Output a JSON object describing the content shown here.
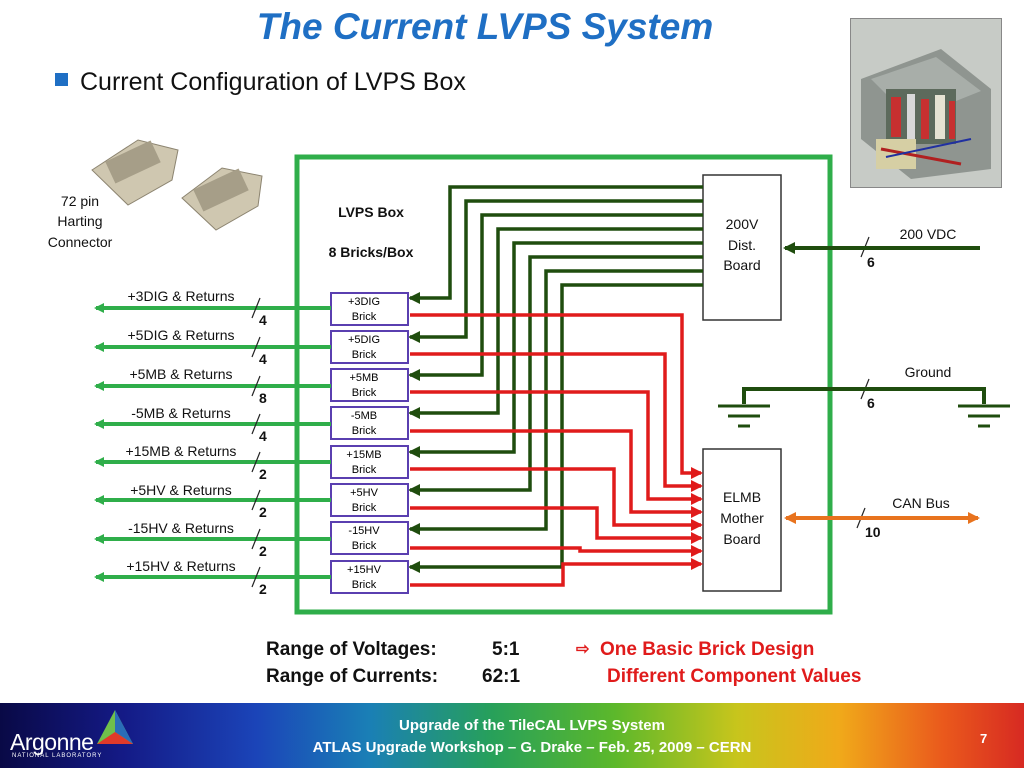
{
  "title": "The Current LVPS System",
  "bullet": "Current Configuration of LVPS Box",
  "connector_label": [
    "72 pin",
    "Harting",
    "Connector"
  ],
  "box": {
    "title": "LVPS Box",
    "subtitle": "8 Bricks/Box"
  },
  "dist_board": [
    "200V",
    "Dist.",
    "Board"
  ],
  "elmb_board": [
    "ELMB",
    "Mother",
    "Board"
  ],
  "bricks": [
    {
      "name": "+3DIG",
      "brick": "Brick",
      "output": "+3DIG & Returns",
      "wires": "4"
    },
    {
      "name": "+5DIG",
      "brick": "Brick",
      "output": "+5DIG & Returns",
      "wires": "4"
    },
    {
      "name": "+5MB",
      "brick": "Brick",
      "output": "+5MB & Returns",
      "wires": "8"
    },
    {
      "name": "-5MB",
      "brick": "Brick",
      "output": "-5MB & Returns",
      "wires": "4"
    },
    {
      "name": "+15MB",
      "brick": "Brick",
      "output": "+15MB & Returns",
      "wires": "2"
    },
    {
      "name": "+5HV",
      "brick": "Brick",
      "output": "+5HV & Returns",
      "wires": "2"
    },
    {
      "name": "-15HV",
      "brick": "Brick",
      "output": "-15HV & Returns",
      "wires": "2"
    },
    {
      "name": "+15HV",
      "brick": "Brick",
      "output": "+15HV & Returns",
      "wires": "2"
    }
  ],
  "inputs": {
    "vdc": {
      "label": "200 VDC",
      "wires": "6"
    },
    "ground": {
      "label": "Ground",
      "wires": "6"
    },
    "can": {
      "label": "CAN Bus",
      "wires": "10"
    }
  },
  "summary": {
    "voltages_label": "Range of Voltages:",
    "voltages_value": "5:1",
    "currents_label": "Range of Currents:",
    "currents_value": "62:1",
    "arrow": "⇨",
    "note1": "One Basic Brick Design",
    "note2": "Different Component Values"
  },
  "footer": {
    "line1": "Upgrade of the TileCAL LVPS System",
    "line2": "ATLAS Upgrade Workshop – G. Drake – Feb. 25, 2009  – CERN",
    "page": "7",
    "logo_name": "Argonne",
    "logo_sub": "NATIONAL LABORATORY"
  },
  "colors": {
    "title": "#1f6fc4",
    "green": "#2fae4a",
    "dark_green": "#1f4d0e",
    "red": "#e01b1b",
    "orange": "#e8731e",
    "brick_border": "#5a3fb0",
    "note": "#e01b1b"
  }
}
